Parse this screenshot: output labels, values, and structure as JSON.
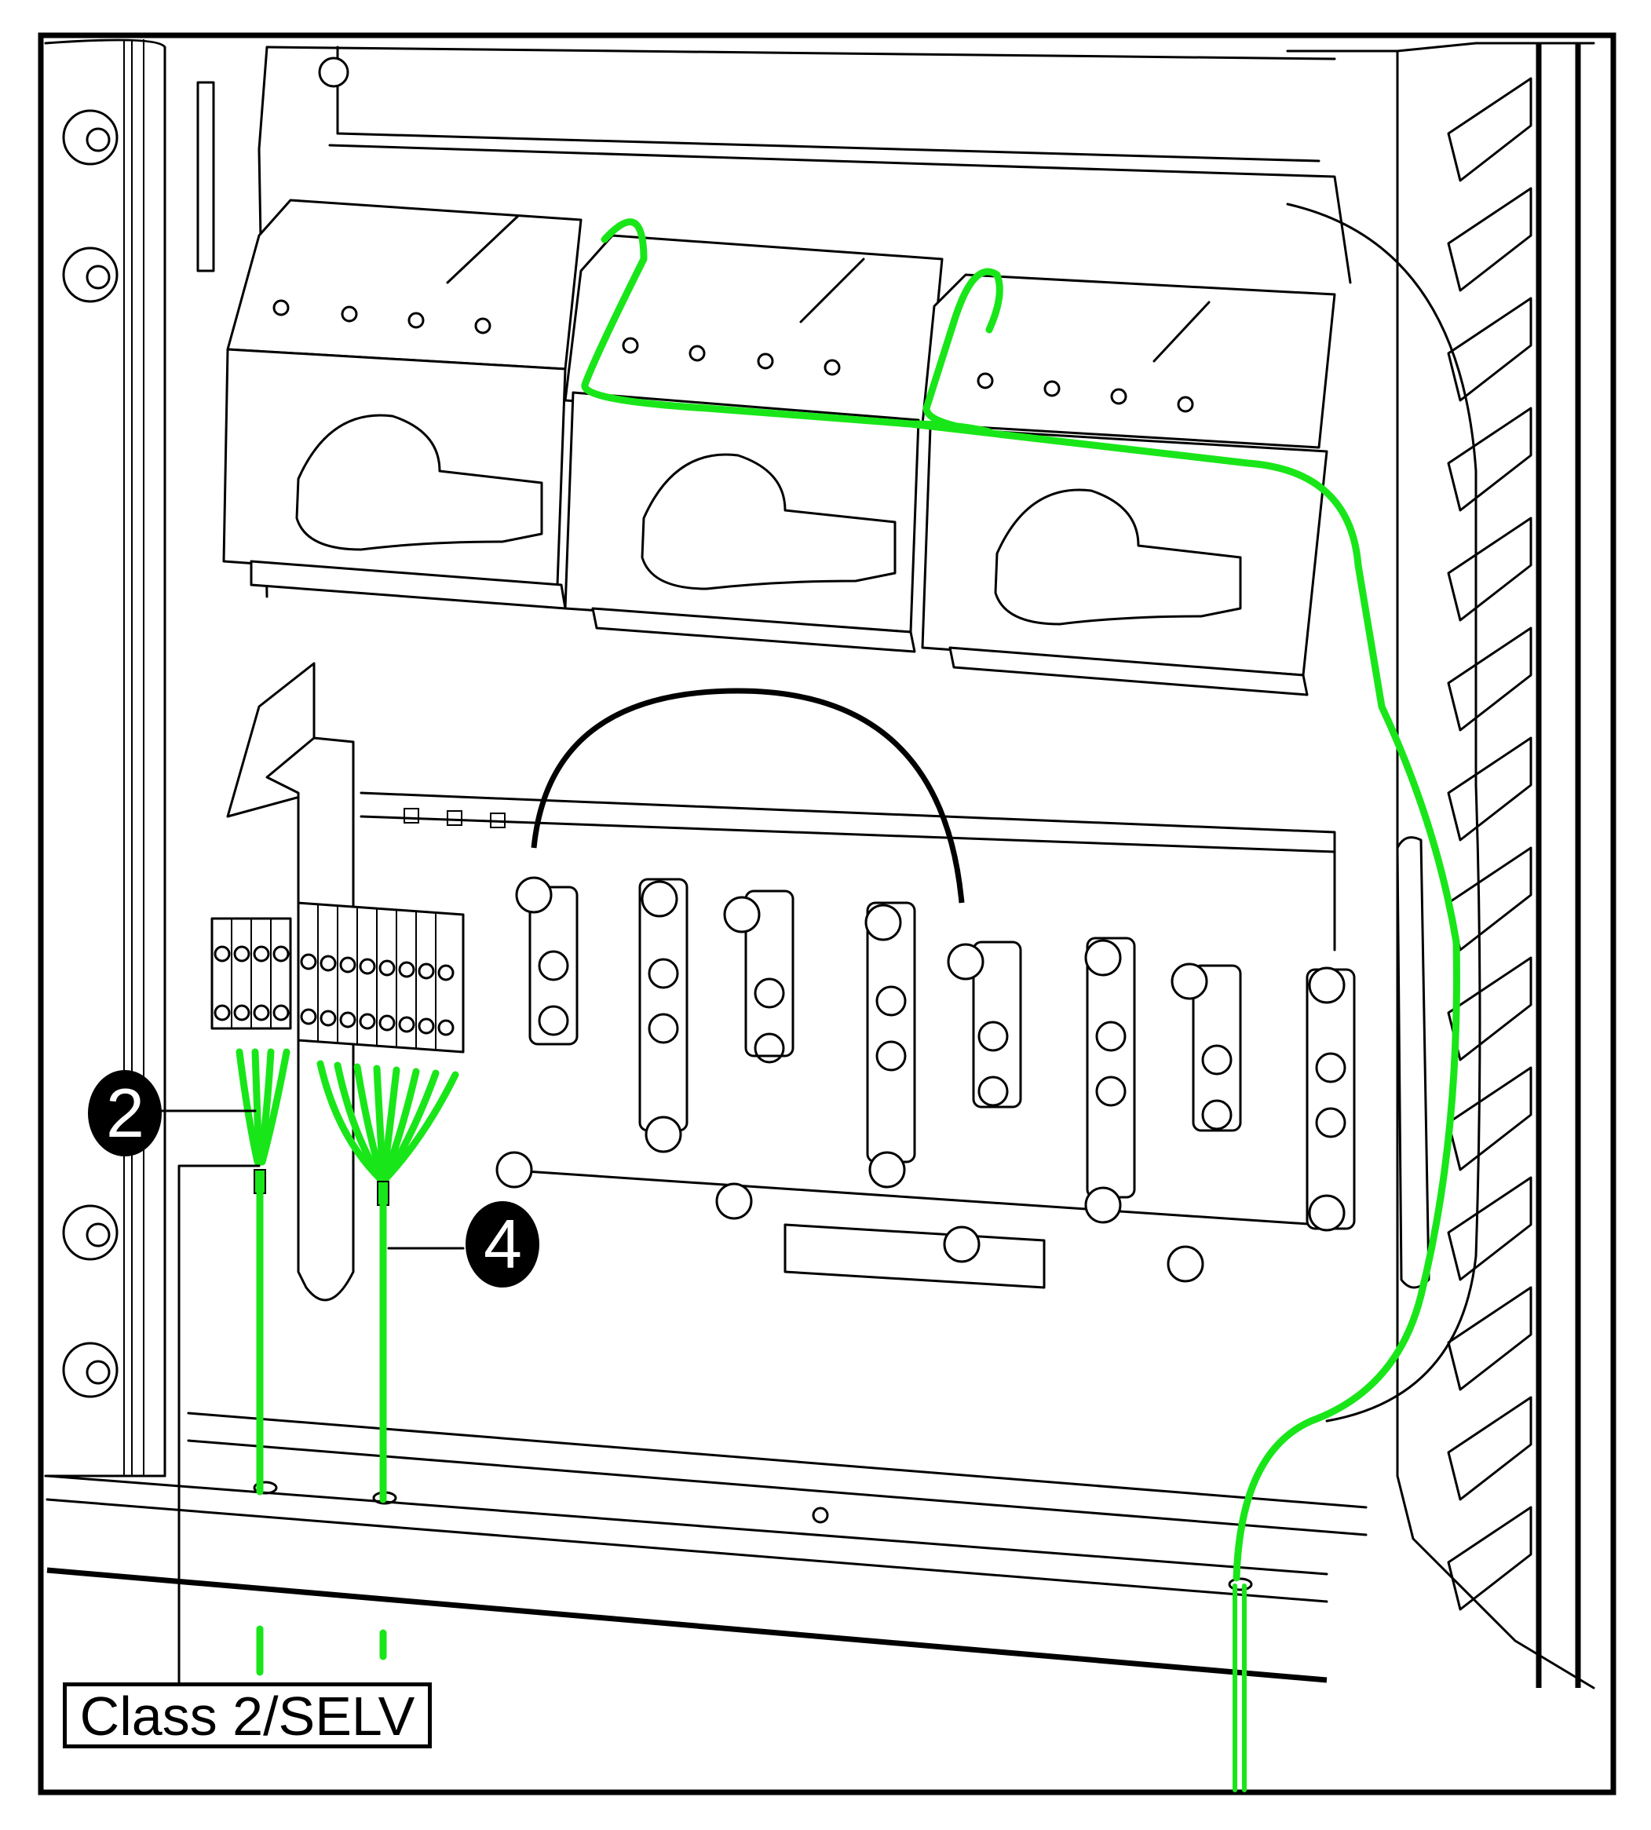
{
  "diagram": {
    "title": "Cabinet wiring – Class 2/SELV cable routing",
    "callouts": [
      {
        "id": "2",
        "text": "2",
        "description": "4-conductor terminal block wire bundle"
      },
      {
        "id": "4",
        "text": "4",
        "description": "8-conductor terminal block wire bundle"
      }
    ],
    "label": {
      "text": "Class 2/SELV"
    },
    "components": {
      "disconnect_switches": 3,
      "terminal_block_small_poles": 4,
      "terminal_block_large_poles": 8,
      "busbar_links": 8
    },
    "colors": {
      "wire": "#19e619",
      "line_art": "#000000",
      "callout_fill": "#000000",
      "callout_text": "#ffffff"
    }
  }
}
